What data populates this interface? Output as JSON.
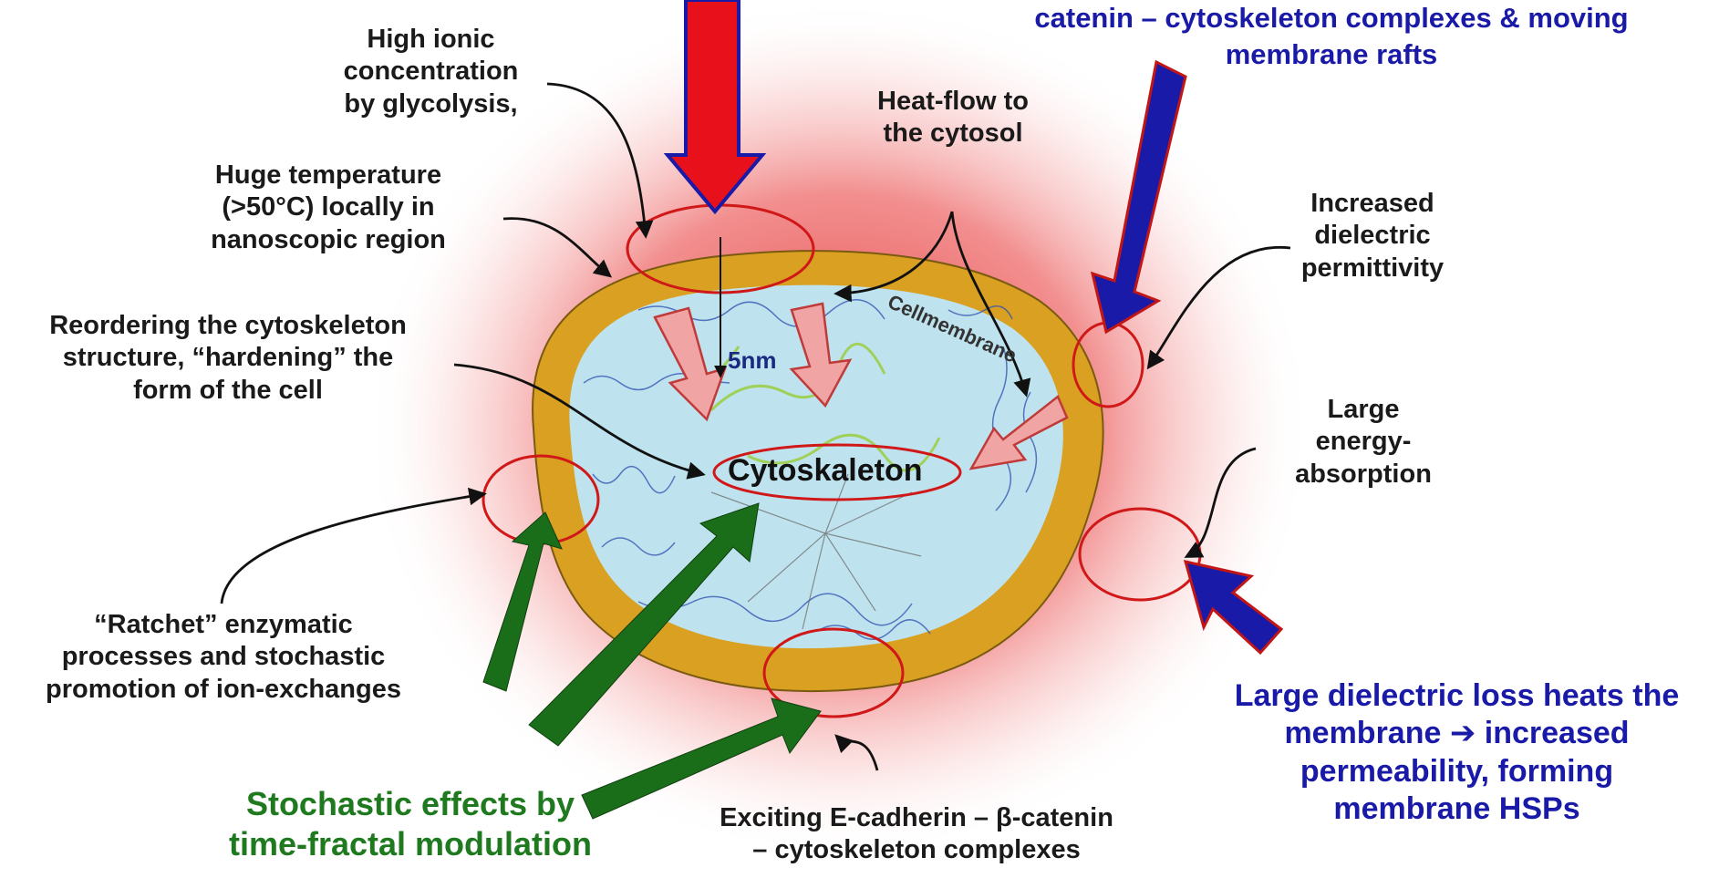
{
  "colors": {
    "red_arrow": "#e8101a",
    "blue_arrow": "#1a1aa8",
    "green_arrow": "#1a6e1a",
    "membrane": "#d9a021",
    "cytosol": "#bfe3ee",
    "highlight": "#d01818",
    "pink_arrow": "#f0a4a4",
    "glow": "#e53838"
  },
  "labels": {
    "top_blue": [
      "catenin – cytoskeleton complexes & moving",
      "membrane rafts"
    ],
    "high_ionic": [
      "High ionic",
      "concentration",
      "by glycolysis,"
    ],
    "heat_flow": [
      "Heat-flow to",
      "the cytosol"
    ],
    "huge_temp": [
      "Huge temperature",
      "(>50°C) locally in",
      "nanoscopic region"
    ],
    "increased_dielectric": [
      "Increased",
      "dielectric",
      "permittivity"
    ],
    "reordering": [
      "Reordering the cytoskeleton",
      "structure, “hardening” the",
      "form of the cell"
    ],
    "large_energy": [
      "Large",
      "energy-",
      "absorption"
    ],
    "ratchet": [
      "“Ratchet” enzymatic",
      "processes and stochastic",
      "promotion of ion-exchanges"
    ],
    "large_dielectric_loss": [
      "Large dielectric loss heats the",
      "membrane ➔ increased",
      "permeability, forming",
      "membrane HSPs"
    ],
    "stochastic": [
      "Stochastic effects by",
      "time-fractal modulation"
    ],
    "exciting": [
      "Exciting E-cadherin – β-catenin",
      "– cytoskeleton complexes"
    ],
    "cell_membrane": "Cellmembrane",
    "five_nm": "5nm",
    "cytoskeleton": "Cytoskaleton"
  }
}
